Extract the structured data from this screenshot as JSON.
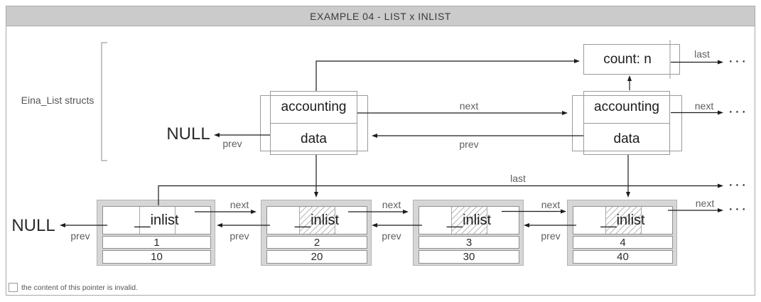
{
  "title": "EXAMPLE 04 - LIST x INLIST",
  "labels": {
    "structs_bracket": "Eina_List structs",
    "next": "next",
    "prev": "prev",
    "last": "last",
    "null": "NULL",
    "ellipsis": "..."
  },
  "count_box": {
    "label": "count: n"
  },
  "list_nodes": [
    {
      "cells": [
        "accounting",
        "data"
      ]
    },
    {
      "cells": [
        "accounting",
        "data"
      ]
    }
  ],
  "inlist_nodes": [
    {
      "header": "__inlist",
      "id": "1",
      "value": "10",
      "invalid_pointer": false
    },
    {
      "header": "__inlist",
      "id": "2",
      "value": "20",
      "invalid_pointer": true
    },
    {
      "header": "__inlist",
      "id": "3",
      "value": "30",
      "invalid_pointer": true
    },
    {
      "header": "__inlist",
      "id": "4",
      "value": "40",
      "invalid_pointer": true
    }
  ],
  "legend": {
    "text": "the content of this pointer is invalid."
  },
  "colors": {
    "title_bar_bg": "#cbcbcb",
    "frame_border": "#a9a9a9",
    "struct_border": "#9a9a9a",
    "inlist_frame_fill": "#d6d6d6",
    "hatch_line": "#b9b9b9",
    "arrow": "#1c1c1c",
    "label_text": "#5f5f5f"
  }
}
